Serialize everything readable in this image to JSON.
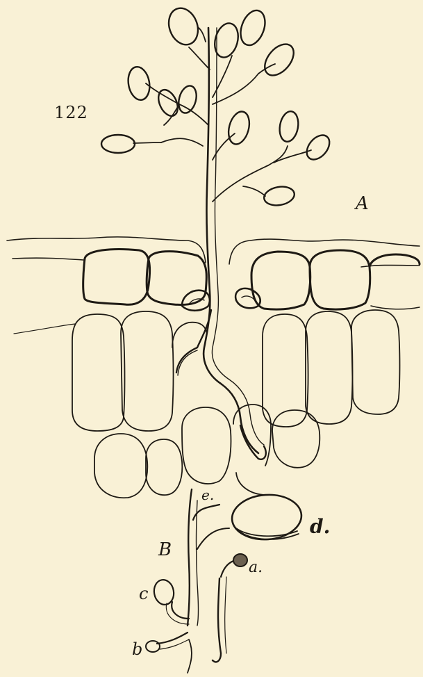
{
  "figure": {
    "number": "122",
    "panel_a": "A",
    "panel_b": "B",
    "label_a": "a.",
    "label_b": "b",
    "label_c": "c",
    "label_d": "d.",
    "label_e": "e."
  },
  "colors": {
    "paper": "#f9f1d6",
    "ink": "#1e1a14"
  }
}
